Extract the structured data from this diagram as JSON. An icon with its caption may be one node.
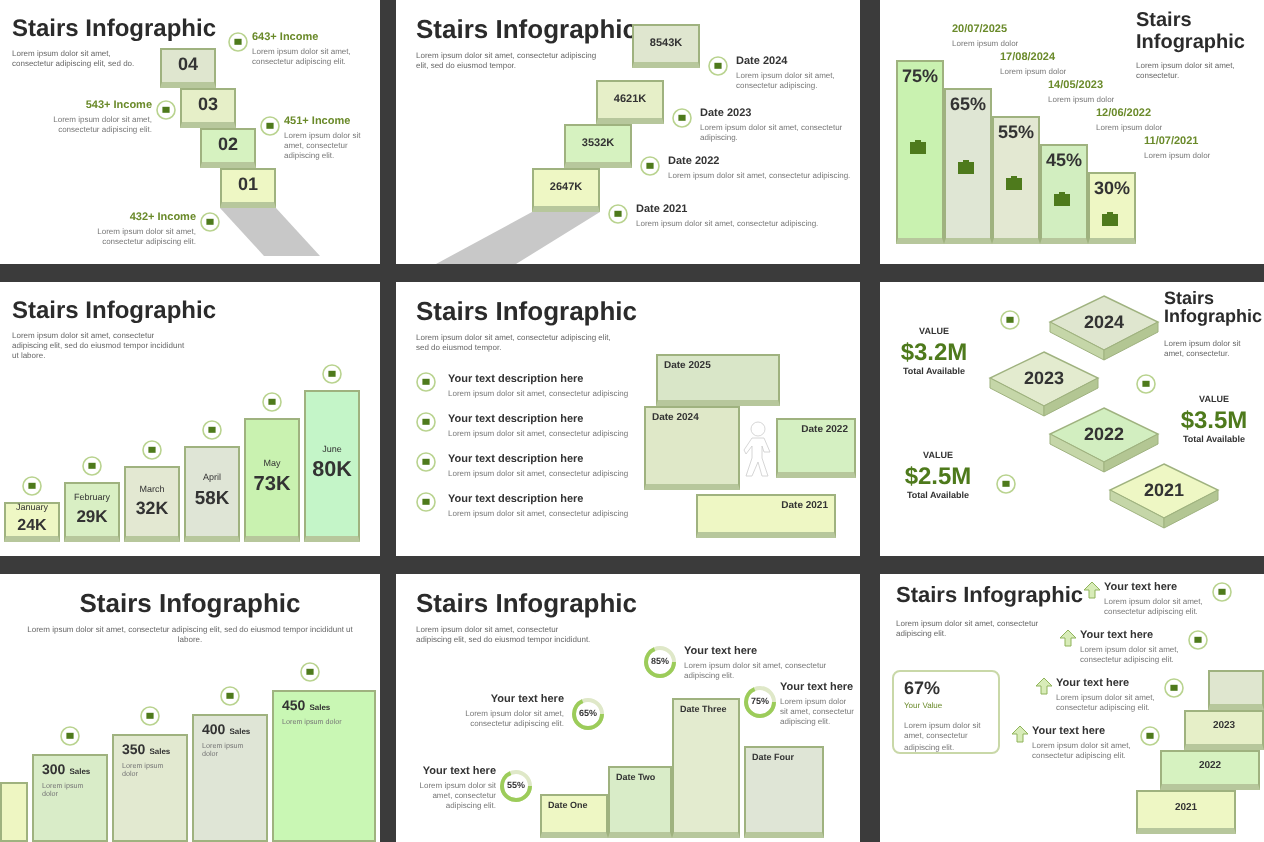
{
  "diagram": {
    "nodes": [
      {
        "text": [
          "Stairs Infographic",
          "Lorem ipsum dolor sit amet, consectetur adipiscing elit, sed do."
        ]
      },
      {
        "text": [
          "04"
        ],
        "in": 0
      },
      {
        "text": [
          "03"
        ],
        "in": 0
      },
      {
        "text": [
          "02"
        ],
        "in": 0
      },
      {
        "text": [
          "01"
        ],
        "in": 0
      },
      {
        "text": [
          "Stairs Infographic",
          "Lorem ipsum dolor sit amet, consectetur adipiscing elit, sed do eiusmod tempor."
        ]
      },
      {
        "text": [
          "8543K"
        ],
        "in": 5
      },
      {
        "text": [
          "4621K"
        ],
        "in": 5
      },
      {
        "text": [
          "3532K"
        ],
        "in": 5
      },
      {
        "text": [
          "2647K"
        ],
        "in": 5
      },
      {
        "text": [
          "Stairs Infographic",
          "Lorem ipsum dolor sit amet, consectetur."
        ]
      },
      {
        "text": [
          "75%"
        ],
        "in": 10
      },
      {
        "text": [
          "65%"
        ],
        "in": 10
      },
      {
        "text": [
          "55%"
        ],
        "in": 10
      },
      {
        "text": [
          "45%"
        ],
        "in": 10
      },
      {
        "text": [
          "30%"
        ],
        "in": 10
      },
      {
        "text": [
          "Stairs Infographic",
          "Lorem ipsum dolor sit amet, consectetur adipiscing elit, sed do eiusmod tempor incididunt ut labore."
        ]
      },
      {
        "text": [
          "January",
          "24K"
        ],
        "in": 16
      },
      {
        "text": [
          "February",
          "29K"
        ],
        "in": 16
      },
      {
        "text": [
          "March",
          "32K"
        ],
        "in": 16
      },
      {
        "text": [
          "April",
          "58K"
        ],
        "in": 16
      },
      {
        "text": [
          "May",
          "73K"
        ],
        "in": 16
      },
      {
        "text": [
          "June",
          "80K"
        ],
        "in": 16
      },
      {
        "text": [
          "Stairs Infographic",
          "Lorem ipsum dolor sit amet, consectetur adipiscing elit, sed do eiusmod tempor."
        ]
      },
      {
        "text": [
          "Date 2025"
        ],
        "in": 23
      },
      {
        "text": [
          "Date 2024"
        ],
        "in": 23
      },
      {
        "text": [
          "Date 2022"
        ],
        "in": 23
      },
      {
        "text": [
          "Date 2021"
        ],
        "in": 23
      },
      {
        "text": [
          "Stairs Infographic",
          "Lorem ipsum dolor sit amet, consectetur."
        ]
      },
      {
        "text": [
          "2024"
        ],
        "in": 28
      },
      {
        "text": [
          "2023"
        ],
        "in": 28
      },
      {
        "text": [
          "2022"
        ],
        "in": 28
      },
      {
        "text": [
          "2021"
        ],
        "in": 28
      },
      {
        "text": [
          "Stairs Infographic",
          "Lorem ipsum dolor sit amet, consectetur adipiscing elit, sed do eiusmod tempor incididunt ut labore."
        ]
      },
      {
        "text": [],
        "shape": "bar",
        "in": 33
      },
      {
        "text": [
          "300",
          "Sales",
          "Lorem ipsum dolor"
        ],
        "in": 33
      },
      {
        "text": [
          "350",
          "Sales",
          "Lorem ipsum dolor"
        ],
        "in": 33
      },
      {
        "text": [
          "400",
          "Sales",
          "Lorem ipsum dolor"
        ],
        "in": 33
      },
      {
        "text": [
          "450",
          "Sales",
          "Lorem ipsum dolor"
        ],
        "in": 33
      },
      {
        "text": [
          "Stairs Infographic",
          "Lorem ipsum dolor sit amet, consectetur adipiscing elit, sed do eiusmod tempor incididunt."
        ]
      },
      {
        "text": [
          "Date One"
        ],
        "in": 39
      },
      {
        "text": [
          "Date Two"
        ],
        "in": 39
      },
      {
        "text": [
          "Date Three"
        ],
        "in": 39
      },
      {
        "text": [
          "Date Four"
        ],
        "in": 39
      },
      {
        "text": [
          "85%"
        ],
        "in": 39
      },
      {
        "text": [
          "75%"
        ],
        "in": 39
      },
      {
        "text": [
          "65%"
        ],
        "in": 39
      },
      {
        "text": [
          "55%"
        ],
        "in": 39
      },
      {
        "text": [
          "Stairs Infographic",
          "Lorem ipsum dolor sit amet, consectetur adipiscing elit."
        ]
      },
      {
        "text": [
          "67%",
          "Your Value",
          "Lorem ipsum dolor sit amet, consectetur adipiscing elit."
        ],
        "in": 48
      },
      {
        "text": [],
        "shape": "box",
        "in": 48
      },
      {
        "text": [
          "2023"
        ],
        "in": 48
      },
      {
        "text": [
          "2022"
        ],
        "in": 48
      },
      {
        "text": [
          "2021"
        ],
        "in": 48
      }
    ],
    "labels": [
      "643+ Income",
      "Lorem ipsum dolor sit amet, consectetur adipiscing elit.",
      "543+ Income",
      "Lorem ipsum dolor sit amet, consectetur adipiscing elit.",
      "451+ Income",
      "Lorem ipsum dolor sit amet, consectetur adipiscing elit.",
      "432+ Income",
      "Lorem ipsum dolor sit amet, consectetur adipiscing elit.",
      "Date 2024",
      "Lorem ipsum dolor sit amet, consectetur adipiscing.",
      "Date 2023",
      "Lorem ipsum dolor sit amet, consectetur adipiscing.",
      "Date 2022",
      "Lorem ipsum dolor sit amet, consectetur adipiscing.",
      "Date 2021",
      "Lorem ipsum dolor sit amet, consectetur adipiscing.",
      "20/07/2025",
      "Lorem ipsum dolor",
      "17/08/2024",
      "Lorem ipsum dolor",
      "14/05/2023",
      "Lorem ipsum dolor",
      "12/06/2022",
      "Lorem ipsum dolor",
      "11/07/2021",
      "Lorem ipsum dolor",
      "Your text description here",
      "Lorem ipsum dolor sit amet, consectetur adipiscing",
      "Your text description here",
      "Lorem ipsum dolor sit amet, consectetur adipiscing",
      "Your text description here",
      "Lorem ipsum dolor sit amet, consectetur adipiscing",
      "Your text description here",
      "Lorem ipsum dolor sit amet, consectetur adipiscing",
      "VALUE",
      "$3.2M",
      "Total Available",
      "VALUE",
      "$3.5M",
      "Total Available",
      "VALUE",
      "$2.5M",
      "Total Available",
      "Your text here",
      "Lorem ipsum dolor sit amet, consectetur adipiscing elit.",
      "Your text here",
      "Lorem ipsum dolor sit amet, consectetur adipiscing elit.",
      "Your text here",
      "Lorem ipsum dolor sit amet, consectetur adipiscing elit.",
      "Your text here",
      "Lorem ipsum dolor sit amet, consectetur adipiscing elit.",
      "Your text here",
      "Lorem ipsum dolor sit amet, consectetur adipiscing elit.",
      "Your text here",
      "Lorem ipsum dolor sit amet, consectetur adipiscing elit.",
      "Your text here",
      "Lorem ipsum dolor sit amet, consectetur adipiscing elit.",
      "Your text here",
      "Lorem ipsum dolor sit amet, consectetur adipiscing elit."
    ]
  }
}
